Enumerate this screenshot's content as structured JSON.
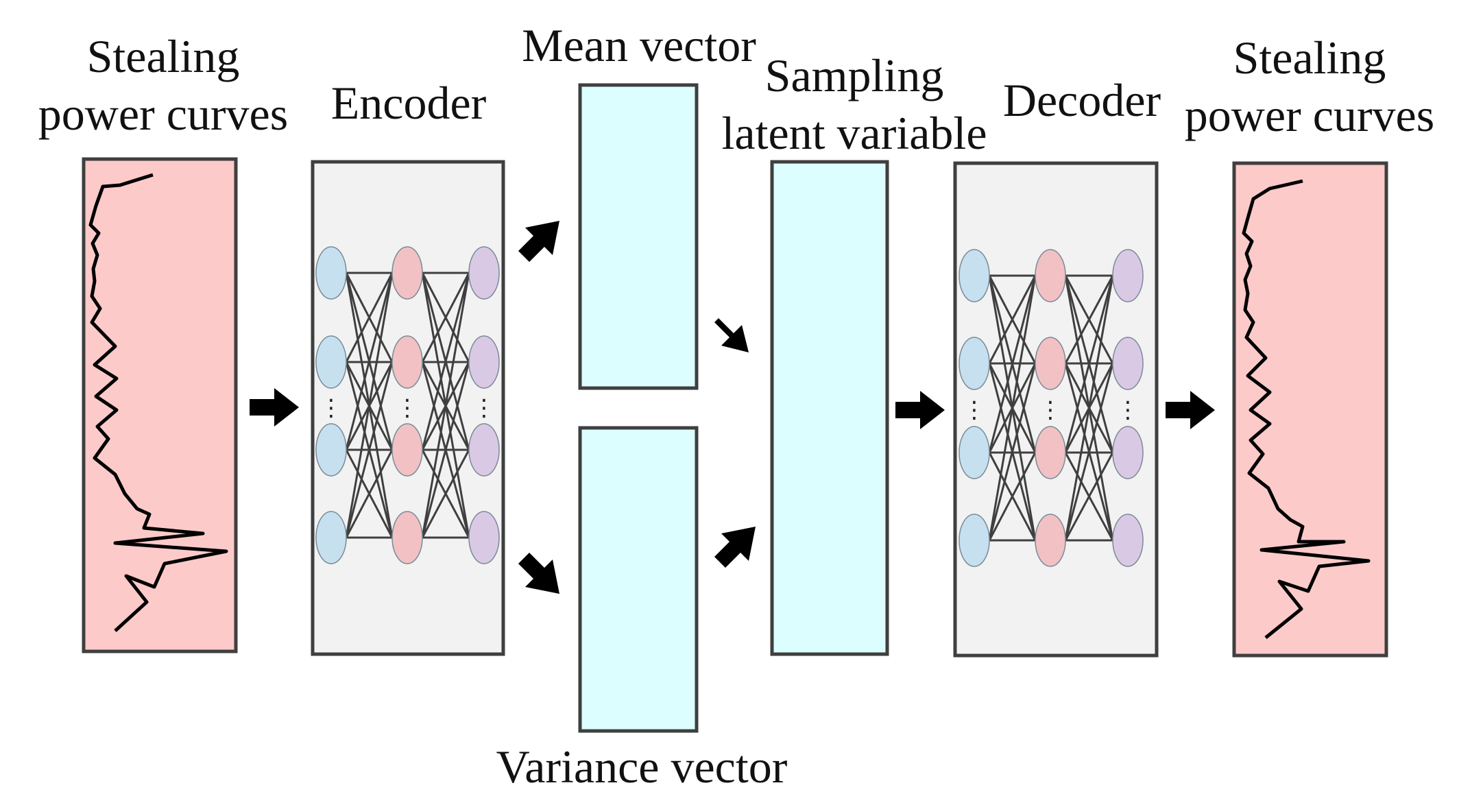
{
  "labels": {
    "input_line1": "Stealing",
    "input_line2": "power curves",
    "encoder": "Encoder",
    "mean": "Mean vector",
    "variance": "Variance vector",
    "sampling_line1": "Sampling",
    "sampling_line2": "latent variable",
    "decoder": "Decoder",
    "output_line1": "Stealing",
    "output_line2": "power curves"
  },
  "network": {
    "layers": 3,
    "visible_nodes_per_layer": 4,
    "ellipsis": "⋮"
  },
  "colors": {
    "curve_box": "#fdcaca",
    "network_box": "#f2f2f2",
    "vector_box": "#dcfefe",
    "node_blue": "#c6e0f0",
    "node_pink": "#f1c1c4",
    "node_purple": "#dac9e5",
    "stroke": "#3f3f3f",
    "arrow": "#000000"
  }
}
